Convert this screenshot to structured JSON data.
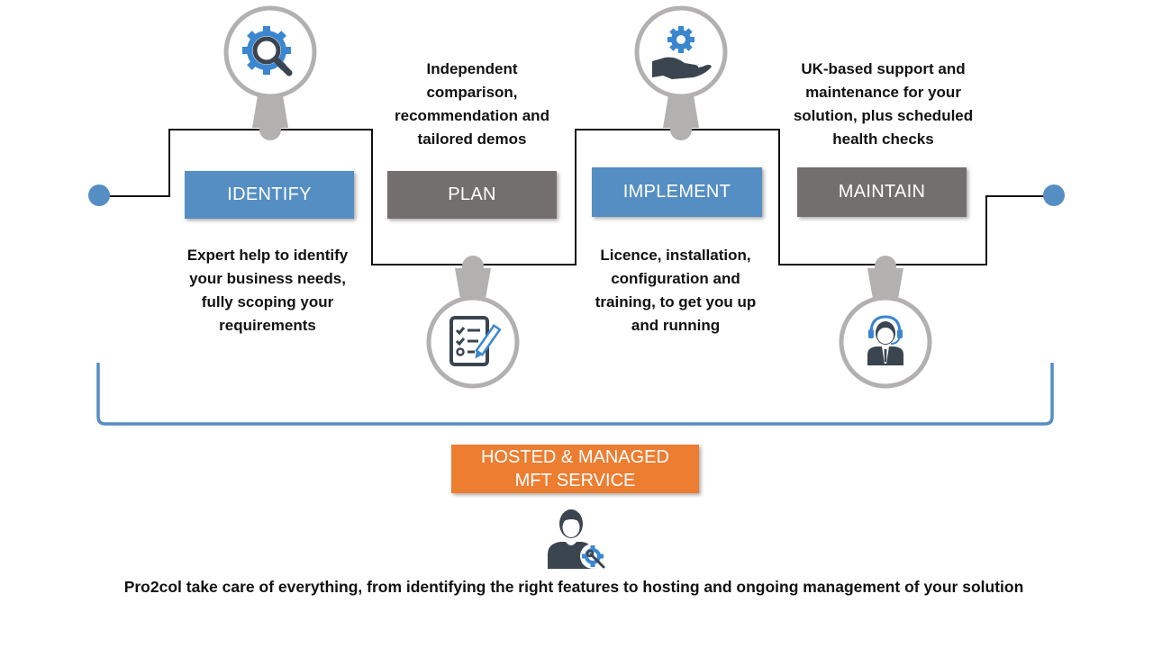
{
  "stages": [
    {
      "label": "IDENTIFY",
      "description": "Expert help to identify your business needs, fully scoping your requirements",
      "icon": "search-gear-icon",
      "color": "#558ec3"
    },
    {
      "label": "PLAN",
      "description": "Independent comparison, recommendation and tailored demos",
      "icon": "checklist-pencil-icon",
      "color": "#736f6e"
    },
    {
      "label": "IMPLEMENT",
      "description": "Licence, installation, configuration and training, to get you up and running",
      "icon": "hand-gear-icon",
      "color": "#558ec3"
    },
    {
      "label": "MAINTAIN",
      "description": "UK-based support and maintenance for your solution, plus scheduled health checks",
      "icon": "support-agent-icon",
      "color": "#736f6e"
    }
  ],
  "hosted_service": {
    "line1": "HOSTED & MANAGED",
    "line2": "MFT SERVICE",
    "color": "#ed7d31",
    "icon": "user-gear-icon"
  },
  "footer": "Pro2col take care of everything, from identifying the right features to hosting and ongoing management of your solution",
  "colors": {
    "accent_blue": "#558ec3",
    "pin_grey": "#b3b0b0",
    "icon_dark": "#3b4550"
  }
}
